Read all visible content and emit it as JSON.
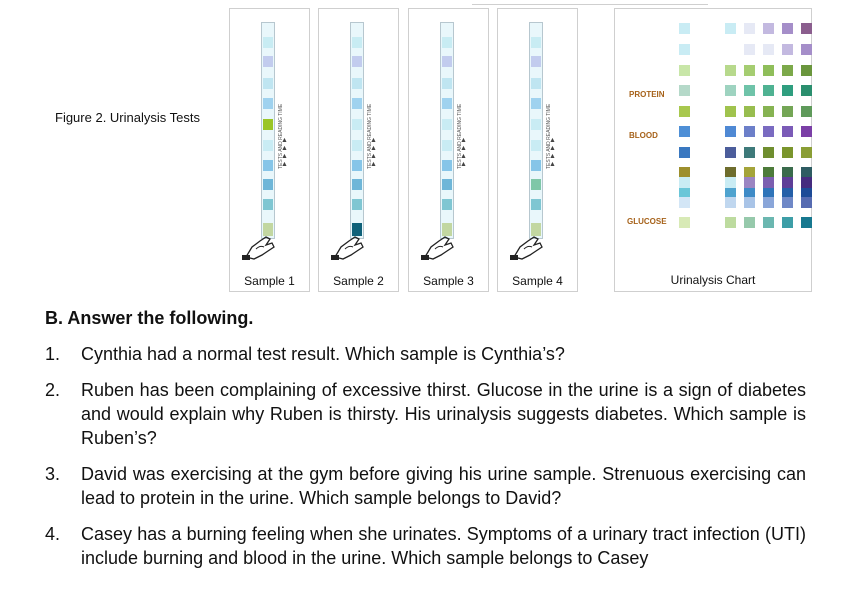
{
  "figure": {
    "caption": "Figure 2. Urinalysis Tests"
  },
  "samples": [
    {
      "label": "Sample 1",
      "pads": [
        "#c8ecf3",
        "#bfe5f1",
        "#9fd2ef",
        "#9ac526",
        "#c9ecf4",
        "#86c5e8",
        "#6eb6d8",
        "#7fc6d2",
        "#c7ecf4",
        "#c2ccee",
        "#d6eef5",
        "#c2d7a1"
      ]
    },
    {
      "label": "Sample 2",
      "pads": [
        "#c8ecf3",
        "#bfe5f1",
        "#9fd2ef",
        "#c9ecf4",
        "#c9ecf4",
        "#86c5e8",
        "#6eb6d8",
        "#7fc6d2",
        "#c7ecf4",
        "#c2ccee",
        "#d6eef5",
        "#0f6179"
      ]
    },
    {
      "label": "Sample 3",
      "pads": [
        "#c8ecf3",
        "#bfe5f1",
        "#9fd2ef",
        "#c9ecf4",
        "#c9ecf4",
        "#86c5e8",
        "#6eb6d8",
        "#7fc6d2",
        "#c7ecf4",
        "#c2ccee",
        "#d6eef5",
        "#c2d7a1"
      ]
    },
    {
      "label": "Sample 4",
      "pads": [
        "#c8ecf3",
        "#bfe5f1",
        "#9fd2ef",
        "#c9ecf4",
        "#c9ecf4",
        "#86c5e8",
        "#7fc7a8",
        "#7fc6d2",
        "#c7ecf4",
        "#c2ccee",
        "#d6eef5",
        "#c2d7a1"
      ]
    }
  ],
  "strip_vertical_text": "TESTS AND READING TIME",
  "chart": {
    "title": "Urinalysis Chart",
    "labels": {
      "protein": "PROTEIN",
      "blood": "BLOOD",
      "glucose": "GLUCOSE"
    },
    "rows": [
      [
        "#c9ecf4",
        "#c9ecf4",
        "#e6e9f5",
        "#c3b9e0",
        "#a58ec9",
        "#8b5e8e"
      ],
      [
        "#c9ecf4",
        "#ffffff",
        "#e6e9f5",
        "#e6e9f5",
        "#c3b9e0",
        "#a58ec9"
      ],
      [
        "#c8e6a8",
        "#b7d98c",
        "#a5cd71",
        "#8fbe5a",
        "#7ca94a",
        "#6a963d"
      ],
      [
        "#b5d9c9",
        "#9ed3c0",
        "#6fc3a9",
        "#4fb292",
        "#2f9e7f",
        "#2b8f6e"
      ],
      [
        "#a8c84e",
        "#a0c34e",
        "#98bd4f",
        "#86b352",
        "#74a656",
        "#5f9a5b"
      ],
      [
        "#4e8fd6",
        "#4f89d4",
        "#6c7fc9",
        "#7a6bc1",
        "#7b5bb7",
        "#7b3fa6"
      ],
      [
        "#3a78c0",
        "#4c5d9b",
        "#3e7a7a",
        "#6f8e2f",
        "#7a952c",
        "#8a9e35"
      ],
      [
        "#9d8f2d",
        "#6e6d2d",
        "#a4a43a",
        "#4d7b3a",
        "#3a6b4c",
        "#2e5c62"
      ],
      [
        "#6ac6d8",
        "#4fa3cf",
        "#3e8bc7",
        "#2f74b9",
        "#255fa8",
        "#1d4b97"
      ],
      [
        "#c9ecf4",
        "#c9ecf4",
        "#9b85c2",
        "#7c5fb0",
        "#5e3f98",
        "#452c7f"
      ],
      [
        "#d3e6f6",
        "#c0d7ef",
        "#a9c4e7",
        "#8aa6d9",
        "#6f88c7",
        "#566bb1"
      ],
      [
        "#d8eab6",
        "#bddb9f",
        "#96c9ab",
        "#6bb7b0",
        "#3d9ea7",
        "#17788f"
      ]
    ]
  },
  "section": {
    "heading": "B. Answer the following."
  },
  "questions": [
    {
      "num": "1.",
      "text": "Cynthia had a normal test result. Which sample is Cynthia’s?"
    },
    {
      "num": "2.",
      "text": "Ruben has been complaining of excessive thirst. Glucose in the urine is a sign of diabetes and would explain why Ruben is thirsty. His urinalysis suggests diabetes. Which sample is Ruben’s?"
    },
    {
      "num": "3.",
      "text": "David was exercising at the gym before giving his urine sample. Strenuous exercising can lead to protein in the urine. Which sample belongs to David?"
    },
    {
      "num": "4.",
      "text": "Casey has a burning feeling when she urinates. Symptoms of a urinary tract infection (UTI) include burning and blood in the urine. Which sample belongs to Casey"
    }
  ]
}
